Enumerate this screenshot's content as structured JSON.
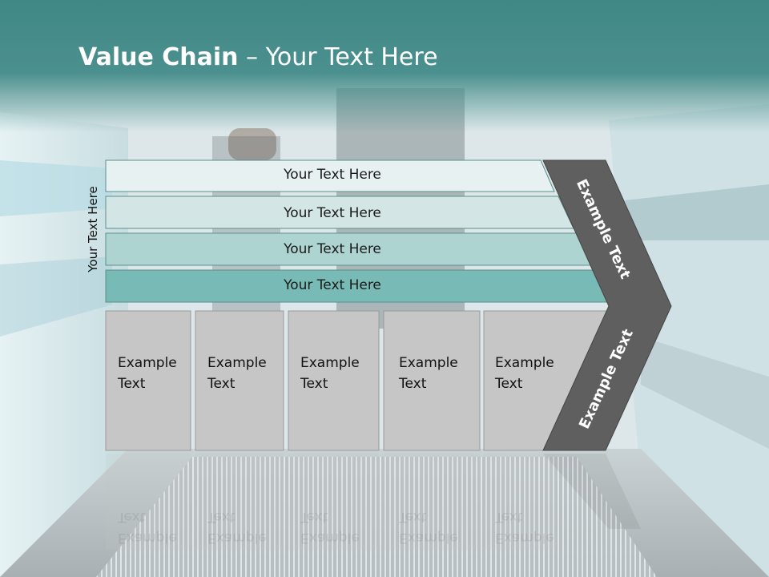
{
  "slide": {
    "title_bold": "Value Chain",
    "title_rest": " – Your Text Here",
    "vertical_label": "Your Text Here"
  },
  "bars": [
    {
      "label": "Your Text Here",
      "fill": "#e8f1f1"
    },
    {
      "label": "Your Text Here",
      "fill": "#d3e6e5"
    },
    {
      "label": "Your Text Here",
      "fill": "#aed4d1"
    },
    {
      "label": "Your Text Here",
      "fill": "#78bab5"
    }
  ],
  "boxes": [
    {
      "line1": "Example",
      "line2": "Text"
    },
    {
      "line1": "Example",
      "line2": "Text"
    },
    {
      "line1": "Example",
      "line2": "Text"
    },
    {
      "line1": "Example",
      "line2": "Text"
    },
    {
      "line1": "Example",
      "line2": "Text"
    }
  ],
  "chevron": {
    "upper_label": "Example Text",
    "lower_label": "Example Text",
    "fill": "#5f5f5f"
  },
  "colors": {
    "header_teal": "#428a88",
    "box_fill": "#c6c6c6",
    "box_border": "#9a9a9a"
  }
}
